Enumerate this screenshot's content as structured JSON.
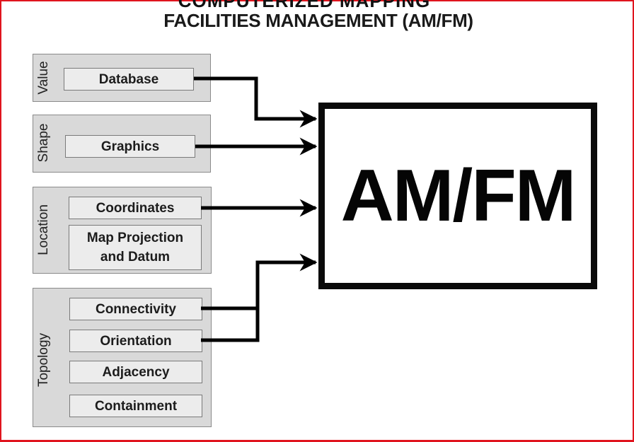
{
  "diagram": {
    "title_fragment": "COMPUTERIZED MAPPING",
    "title": "FACILITIES MANAGEMENT (AM/FM)",
    "target": "AM/FM",
    "groups": [
      {
        "label": "Value",
        "items": [
          "Database"
        ]
      },
      {
        "label": "Shape",
        "items": [
          "Graphics"
        ]
      },
      {
        "label": "Location",
        "items": [
          "Coordinates",
          "Map Projection\nand Datum"
        ]
      },
      {
        "label": "Topology",
        "items": [
          "Connectivity",
          "Orientation",
          "Adjacency",
          "Containment"
        ]
      }
    ],
    "colors": {
      "frame": "#e0141e",
      "group_fill": "#d9d9d9",
      "item_fill": "#ececec",
      "line": "#000000"
    }
  }
}
